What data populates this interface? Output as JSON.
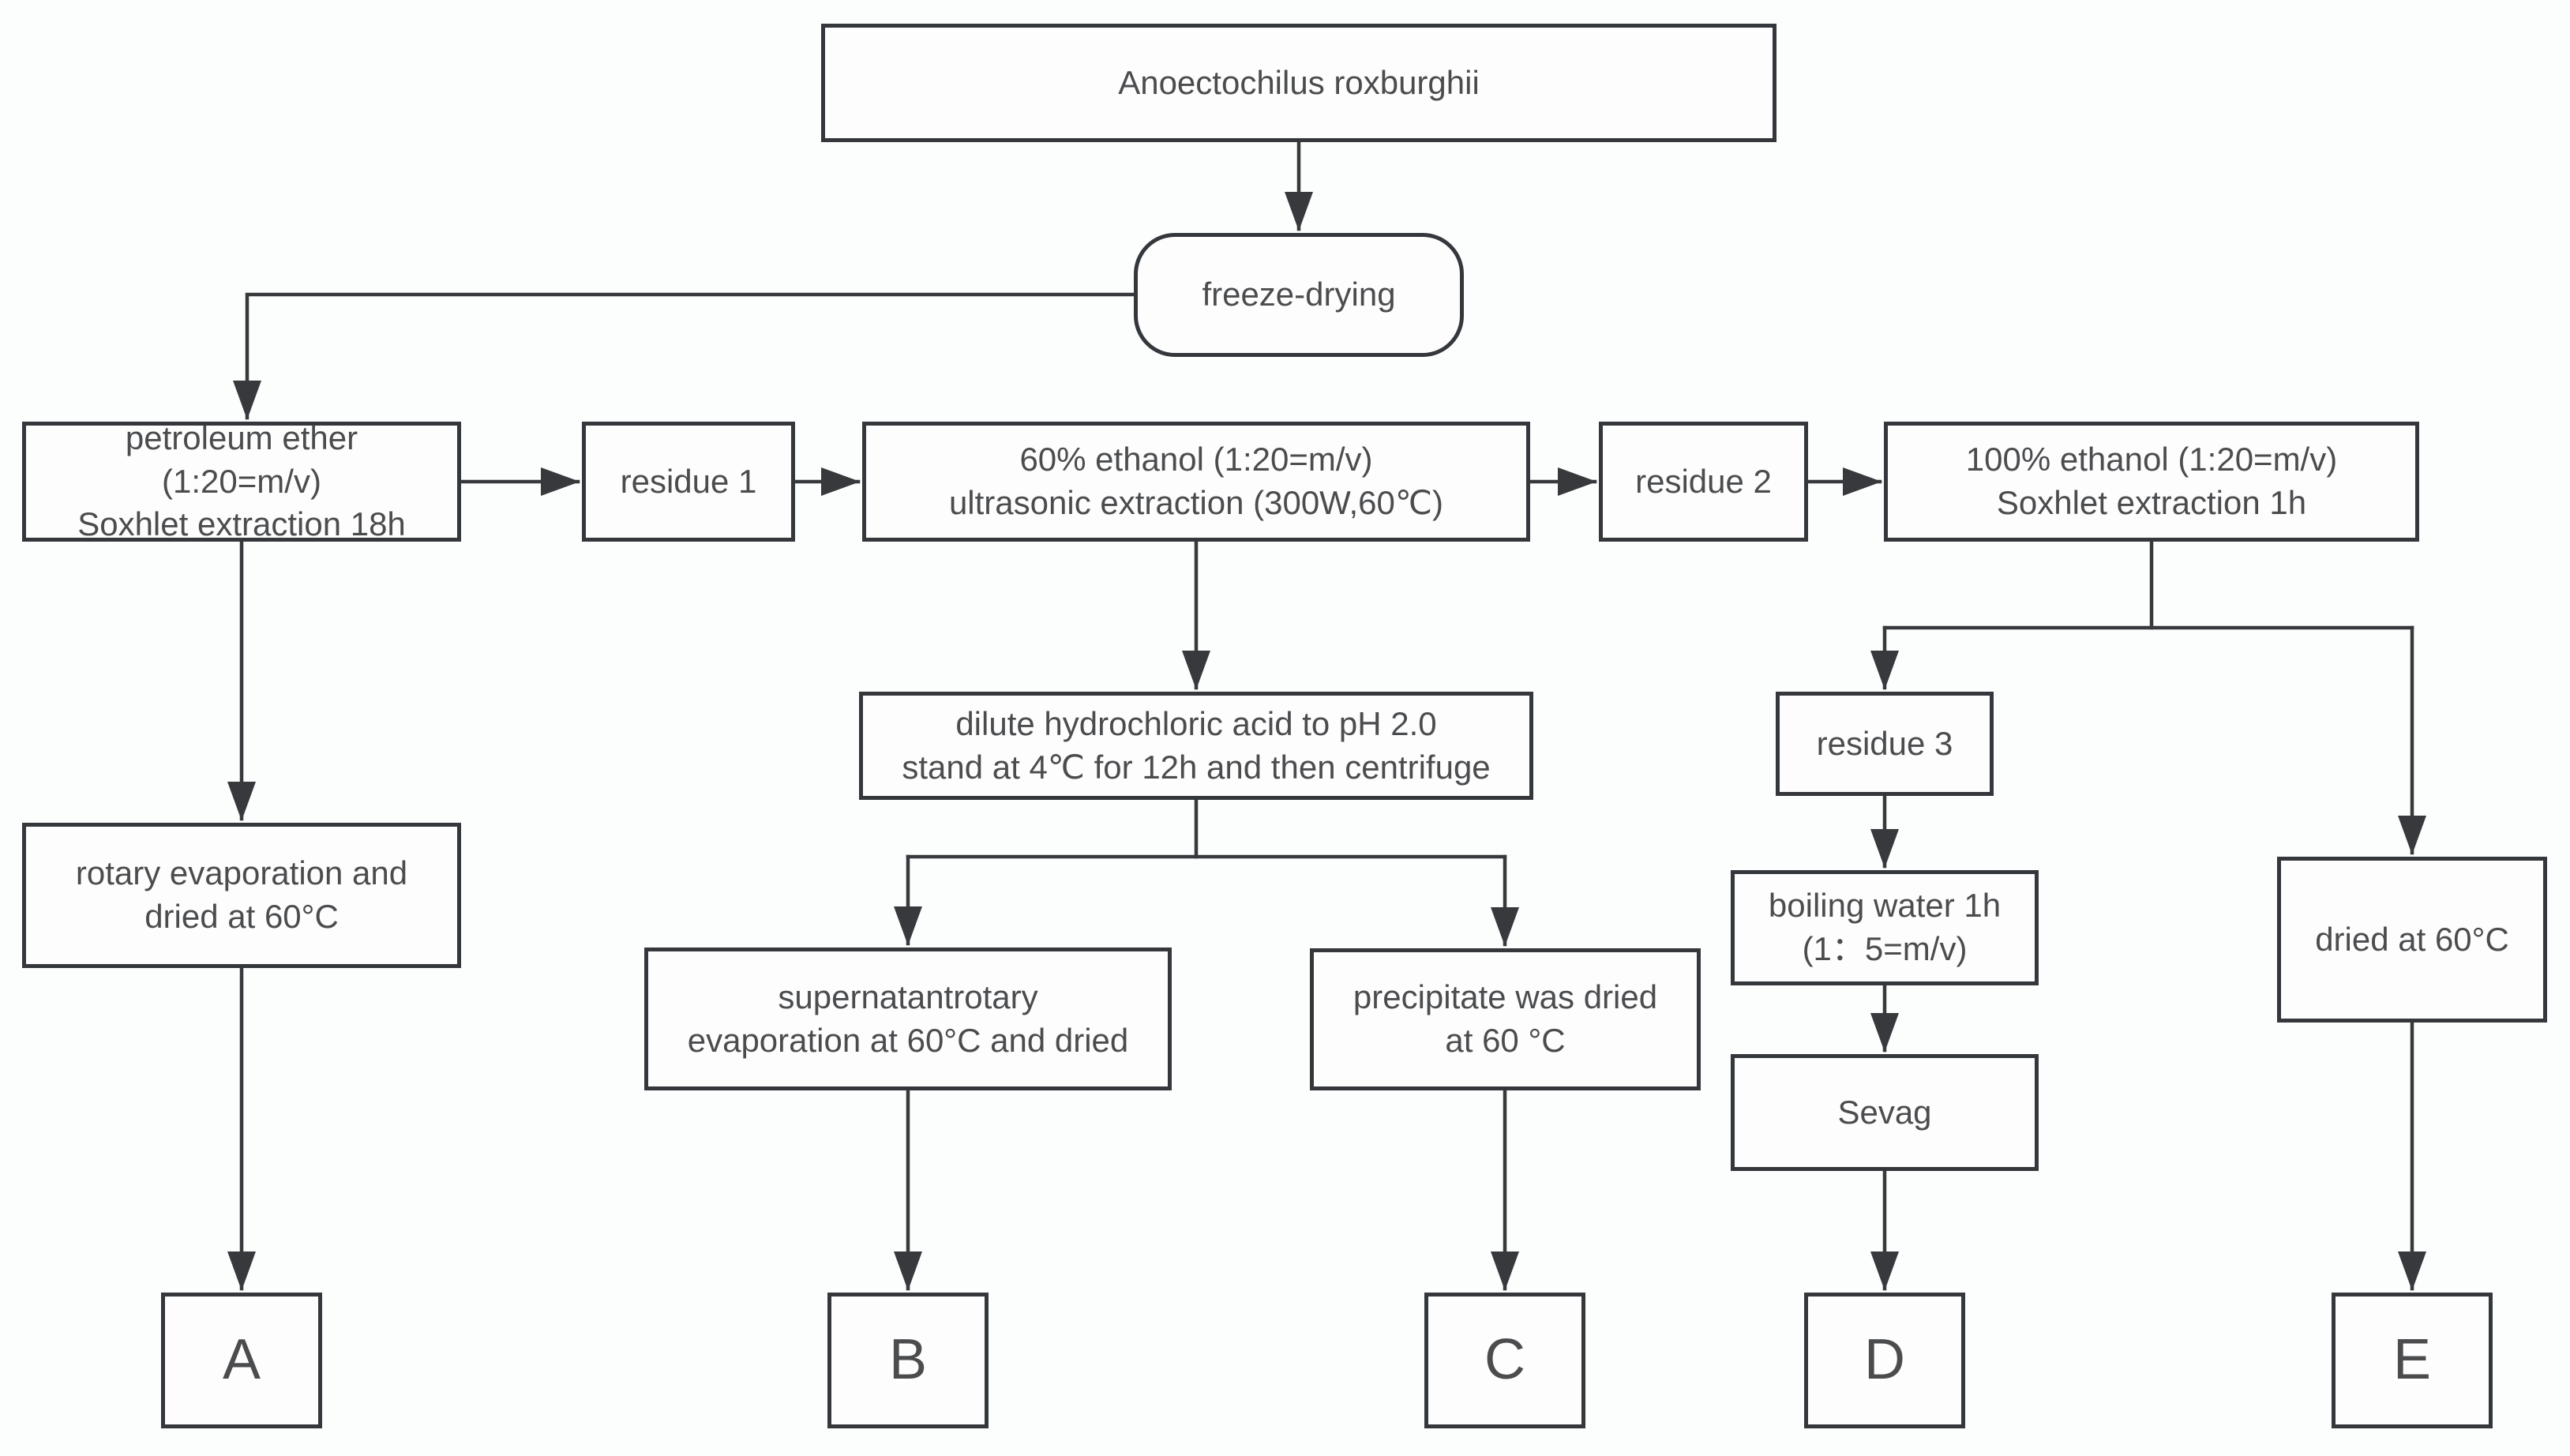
{
  "diagram": {
    "palette": {
      "background": "#fcfdfd",
      "box_fill": "#fdfdfe",
      "line_color": "#34373b",
      "text_color": "#4a4c4e"
    },
    "nodes": {
      "source": {
        "label": "Anoectochilus roxburghii"
      },
      "freeze_drying": {
        "label": "freeze-drying"
      },
      "petroleum_ether": {
        "label": "petroleum ether\n(1:20=m/v)\nSoxhlet extraction 18h"
      },
      "residue_1": {
        "label": "residue 1"
      },
      "ethanol_60": {
        "label": "60% ethanol (1:20=m/v)\nultrasonic extraction (300W,60℃)"
      },
      "residue_2": {
        "label": "residue 2"
      },
      "ethanol_100": {
        "label": "100% ethanol (1:20=m/v)\nSoxhlet extraction 1h"
      },
      "rotary_evaporation": {
        "label": "rotary evaporation and\ndried at 60°C"
      },
      "dilute_acid": {
        "label": "dilute hydrochloric acid to pH 2.0\nstand at 4℃ for 12h and then centrifuge"
      },
      "supernatant": {
        "label": "supernatantrotary\nevaporation at 60°C and dried"
      },
      "precipitate": {
        "label": "precipitate was dried\nat 60 °C"
      },
      "residue_3": {
        "label": "residue 3"
      },
      "boiling_water": {
        "label": "boiling water 1h\n(1：5=m/v)"
      },
      "sevag": {
        "label": "Sevag"
      },
      "dried_60": {
        "label": "dried at 60°C"
      },
      "fraction_a": {
        "label": "A"
      },
      "fraction_b": {
        "label": "B"
      },
      "fraction_c": {
        "label": "C"
      },
      "fraction_d": {
        "label": "D"
      },
      "fraction_e": {
        "label": "E"
      }
    }
  }
}
